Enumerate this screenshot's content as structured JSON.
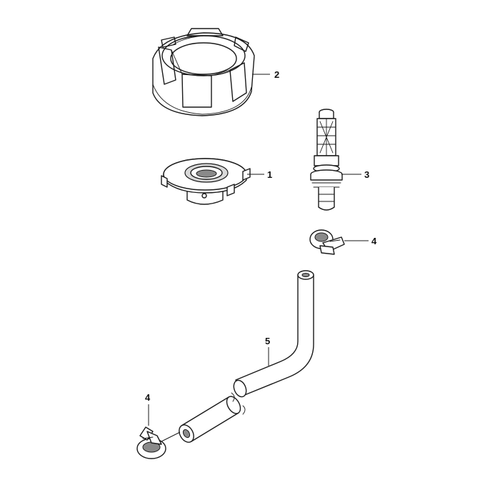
{
  "callouts": [
    {
      "id": "fuel-cap",
      "label": "2"
    },
    {
      "id": "filler-neck",
      "label": "1"
    },
    {
      "id": "fuel-strainer",
      "label": "3"
    },
    {
      "id": "hose-clamp-upper",
      "label": "4"
    },
    {
      "id": "fuel-hose",
      "label": "5"
    },
    {
      "id": "hose-clamp-lower",
      "label": "4"
    }
  ]
}
